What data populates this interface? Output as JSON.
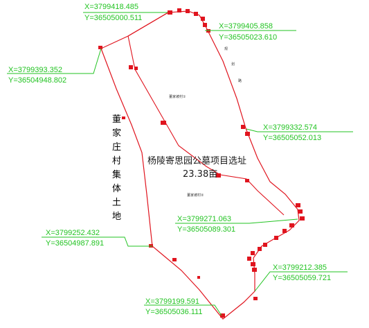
{
  "site": {
    "title_line1": "杨陵寄思园公墓项目选址",
    "title_line2": "23.38亩"
  },
  "village_label_vertical": [
    "董",
    "家",
    "庄",
    "村",
    "集",
    "体",
    "土",
    "地"
  ],
  "road_label": [
    "规",
    "划",
    "路"
  ],
  "inner_labels": [
    "董家坡村①",
    "董家坡村②"
  ],
  "coordinates": [
    {
      "x": "X=3799418.485",
      "y": "Y=36505000.511"
    },
    {
      "x": "X=3799405.858",
      "y": "Y=36505023.610"
    },
    {
      "x": "X=3799393.352",
      "y": "Y=36504948.802"
    },
    {
      "x": "X=3799332.574",
      "y": "Y=36505052.013"
    },
    {
      "x": "X=3799271.063",
      "y": "Y=36505089.301"
    },
    {
      "x": "X=3799252.432",
      "y": "Y=36504987.891"
    },
    {
      "x": "X=3799212.385",
      "y": "Y=36505059.721"
    },
    {
      "x": "X=3799199.591",
      "y": "Y=36505036.111"
    }
  ],
  "colors": {
    "boundary": "#e0141e",
    "marker": "#e0141e",
    "leader": "#22c322",
    "text": "#1a1a1a"
  }
}
